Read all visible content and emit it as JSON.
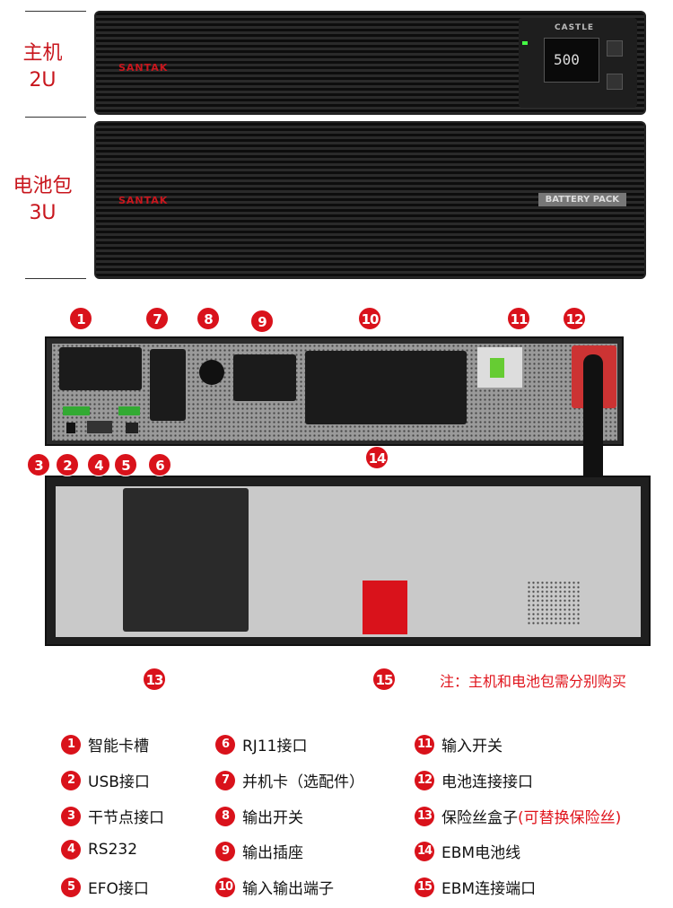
{
  "side_labels": {
    "host": "主机",
    "host_size": "2U",
    "battery": "电池包",
    "battery_size": "3U"
  },
  "front": {
    "brand": "SANTAK",
    "model": "CASTLE",
    "display_value": "500",
    "battery_brand": "SANTAK",
    "battery_label": "BATTERY PACK"
  },
  "note": "注：主机和电池包需分别购买",
  "callouts": [
    "1",
    "2",
    "3",
    "4",
    "5",
    "6",
    "7",
    "8",
    "9",
    "10",
    "11",
    "12",
    "13",
    "14",
    "15"
  ],
  "legend": [
    {
      "n": "1",
      "label": "智能卡槽"
    },
    {
      "n": "2",
      "label": "USB接口"
    },
    {
      "n": "3",
      "label": "干节点接口"
    },
    {
      "n": "4",
      "label": "RS232"
    },
    {
      "n": "5",
      "label": "EFO接口"
    },
    {
      "n": "6",
      "label": "RJ11接口"
    },
    {
      "n": "7",
      "label": "并机卡（选配件）"
    },
    {
      "n": "8",
      "label": "输出开关"
    },
    {
      "n": "9",
      "label": "输出插座"
    },
    {
      "n": "10",
      "label": "输入输出端子"
    },
    {
      "n": "11",
      "label": "输入开关"
    },
    {
      "n": "12",
      "label": "电池连接接口"
    },
    {
      "n": "13",
      "label": "保险丝盒子",
      "extra": "(可替换保险丝)"
    },
    {
      "n": "14",
      "label": "EBM电池线"
    },
    {
      "n": "15",
      "label": "EBM连接端口"
    }
  ]
}
